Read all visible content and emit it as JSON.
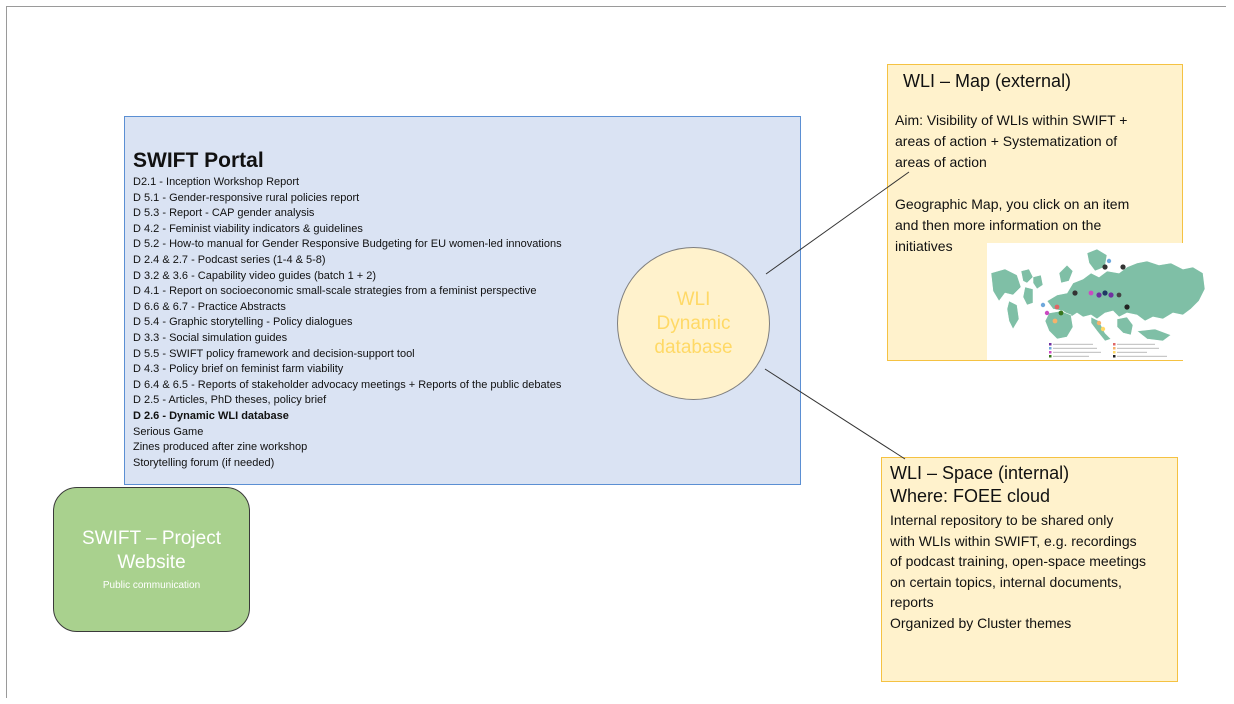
{
  "portal": {
    "title": "SWIFT Portal",
    "items": [
      {
        "text": "D2.1 - Inception Workshop Report",
        "bold": false
      },
      {
        "text": "D 5.1 - Gender-responsive rural policies report",
        "bold": false
      },
      {
        "text": "D 5.3 - Report - CAP gender analysis",
        "bold": false
      },
      {
        "text": "D 4.2 - Feminist viability indicators & guidelines",
        "bold": false
      },
      {
        "text": "D 5.2 - How-to manual for Gender Responsive Budgeting for EU women-led innovations",
        "bold": false
      },
      {
        "text": "D 2.4 & 2.7 - Podcast series (1-4 & 5-8)",
        "bold": false
      },
      {
        "text": "D 3.2 & 3.6 - Capability video guides (batch 1 + 2)",
        "bold": false
      },
      {
        "text": "D 4.1 - Report on socioeconomic small-scale strategies from a feminist perspective",
        "bold": false
      },
      {
        "text": "D 6.6 & 6.7 - Practice Abstracts",
        "bold": false
      },
      {
        "text": "D 5.4 - Graphic storytelling - Policy dialogues",
        "bold": false
      },
      {
        "text": "D 3.3 - Social simulation guides",
        "bold": false
      },
      {
        "text": "D 5.5 - SWIFT policy framework and decision-support tool",
        "bold": false
      },
      {
        "text": "D 4.3 - Policy brief on feminist farm viability",
        "bold": false
      },
      {
        "text": "D 6.4 & 6.5 - Reports of stakeholder advocacy meetings + Reports of the public debates",
        "bold": false
      },
      {
        "text": "D 2.5 - Articles, PhD theses, policy brief",
        "bold": false
      },
      {
        "text": "D 2.6 - Dynamic WLI database",
        "bold": true
      },
      {
        "text": "Serious Game",
        "bold": false
      },
      {
        "text": "Zines produced after zine workshop",
        "bold": false
      },
      {
        "text": "Storytelling forum (if needed)",
        "bold": false
      }
    ]
  },
  "database": {
    "label": "WLI\nDynamic\ndatabase"
  },
  "website": {
    "title": "SWIFT – Project\nWebsite",
    "subtitle": "Public communication"
  },
  "map_box": {
    "title": "WLI – Map (external)",
    "aim": "Aim: Visibility of WLIs within SWIFT +\nareas of action + Systematization of\nareas of action",
    "geo": "Geographic Map, you click on an item\nand then more information on the\ninitiatives"
  },
  "space_box": {
    "title": "WLI – Space (internal)",
    "where": "Where: FOEE cloud",
    "body": "Internal repository to be shared only\nwith WLIs within SWIFT, e.g. recordings\nof podcast training, open-space meetings\non certain topics, internal documents,\nreports",
    "organized": "Organized by Cluster themes"
  },
  "colors": {
    "portal_fill": "#dae3f3",
    "portal_border": "#5b8fd3",
    "database_fill": "#fff2cc",
    "database_text": "#ffd966",
    "website_fill": "#a9d18e",
    "note_fill": "#fff2cc",
    "note_border": "#f5c242",
    "map_land": "#7fbfa6"
  }
}
